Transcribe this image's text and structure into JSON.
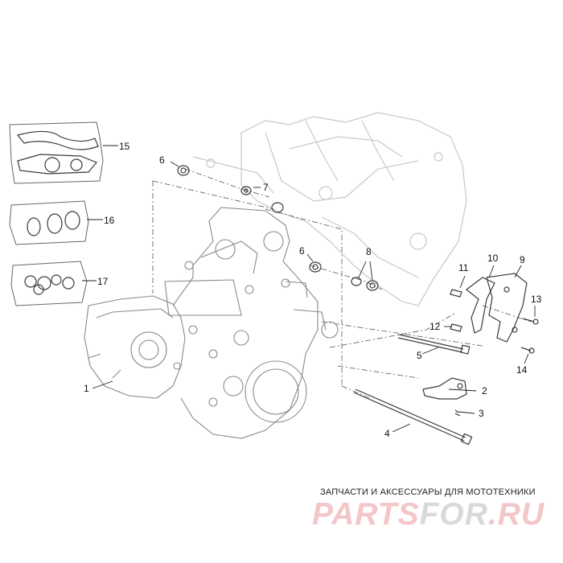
{
  "callouts": [
    {
      "id": "c1",
      "text": "1"
    },
    {
      "id": "c2",
      "text": "2"
    },
    {
      "id": "c3",
      "text": "3"
    },
    {
      "id": "c4",
      "text": "4"
    },
    {
      "id": "c5",
      "text": "5"
    },
    {
      "id": "c6a",
      "text": "6"
    },
    {
      "id": "c6b",
      "text": "6"
    },
    {
      "id": "c7",
      "text": "7"
    },
    {
      "id": "c8",
      "text": "8"
    },
    {
      "id": "c9",
      "text": "9"
    },
    {
      "id": "c10",
      "text": "10"
    },
    {
      "id": "c11",
      "text": "11"
    },
    {
      "id": "c12",
      "text": "12"
    },
    {
      "id": "c13",
      "text": "13"
    },
    {
      "id": "c14",
      "text": "14"
    },
    {
      "id": "c15",
      "text": "15"
    },
    {
      "id": "c16",
      "text": "16"
    },
    {
      "id": "c17",
      "text": "17"
    }
  ],
  "footer": {
    "tagline": "ЗАПЧАСТИ И АКСЕССУАРЫ ДЛЯ МОТОТЕХНИКИ",
    "logo_part1": "PARTS",
    "logo_part2": "FOR",
    "logo_part3": ".RU"
  },
  "colors": {
    "logo_primary": "#f3c6c8",
    "logo_secondary": "#d9d9d9",
    "outline_dark": "#3a3a3a",
    "outline_light": "#c8c8c8"
  }
}
